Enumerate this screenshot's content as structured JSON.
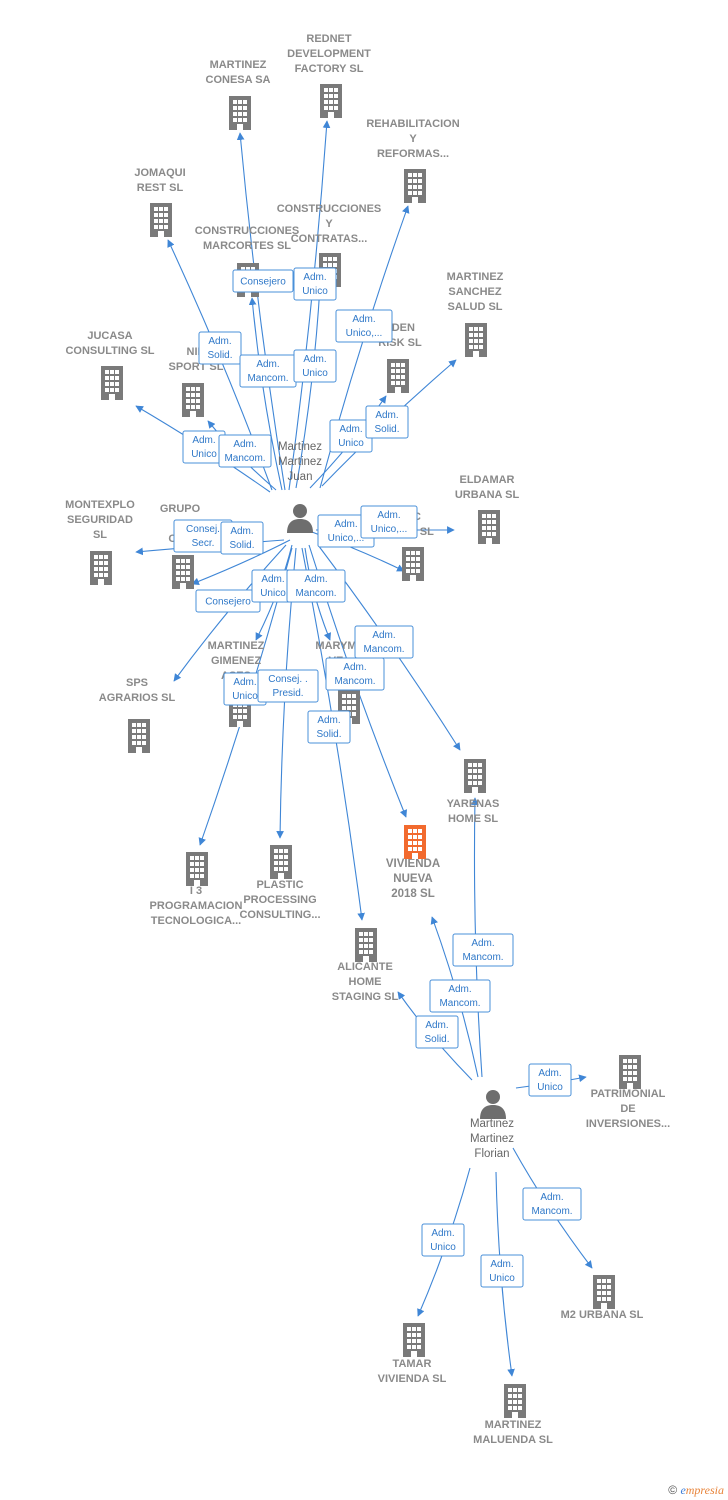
{
  "people": [
    {
      "id": "juan",
      "lines": [
        "Martinez",
        "Martinez",
        "Juan"
      ]
    },
    {
      "id": "florian",
      "lines": [
        "Martinez",
        "Martinez",
        "Florian"
      ]
    }
  ],
  "companies": [
    {
      "id": "martinez-conesa",
      "lines": [
        "MARTINEZ",
        "CONESA SA"
      ]
    },
    {
      "id": "rednet",
      "lines": [
        "REDNET",
        "DEVELOPMENT",
        "FACTORY  SL"
      ]
    },
    {
      "id": "rehabilitacion",
      "lines": [
        "REHABILITACION",
        "Y",
        "REFORMAS..."
      ]
    },
    {
      "id": "jomaqui",
      "lines": [
        "JOMAQUI",
        "REST  SL"
      ]
    },
    {
      "id": "construcciones-marcortes",
      "lines": [
        "CONSTRUCCIONES",
        "MARCORTES SL"
      ]
    },
    {
      "id": "construcciones-contratas",
      "lines": [
        "CONSTRUCCIONES",
        "Y",
        "CONTRATAS..."
      ]
    },
    {
      "id": "martinez-sanchez",
      "lines": [
        "MARTINEZ",
        "SANCHEZ",
        "SALUD  SL"
      ]
    },
    {
      "id": "jucasa",
      "lines": [
        "JUCASA",
        "CONSULTING SL"
      ]
    },
    {
      "id": "ninja-sport",
      "lines": [
        "NIN",
        "SPORT SL"
      ]
    },
    {
      "id": "golden-risk",
      "lines": [
        "LDEN",
        "RISK SL"
      ]
    },
    {
      "id": "montexplo",
      "lines": [
        "MONTEXPLO",
        "SEGURIDAD",
        "SL"
      ]
    },
    {
      "id": "grupo",
      "lines": [
        "GRUPO",
        "P",
        "ONL"
      ]
    },
    {
      "id": "eldamar",
      "lines": [
        "ELDAMAR",
        "URBANA SL"
      ]
    },
    {
      "id": "consulting-c",
      "lines": [
        "C",
        "NG  SL"
      ]
    },
    {
      "id": "sps",
      "lines": [
        "SPS",
        "AGRARIOS SL"
      ]
    },
    {
      "id": "martinez-gimenez",
      "lines": [
        "MARTINEZ",
        "GIMENEZ",
        "ASES"
      ]
    },
    {
      "id": "marym",
      "lines": [
        "MARYM",
        "VE"
      ]
    },
    {
      "id": "yarenas",
      "lines": [
        "YARENAS",
        "HOME  SL"
      ]
    },
    {
      "id": "vivienda-nueva",
      "lines": [
        "VIVIENDA",
        "NUEVA",
        "2018  SL"
      ]
    },
    {
      "id": "i3",
      "lines": [
        "I 3",
        "PROGRAMACION",
        "TECNOLOGICA..."
      ]
    },
    {
      "id": "plastic",
      "lines": [
        "PLASTIC",
        "PROCESSING",
        "CONSULTING..."
      ]
    },
    {
      "id": "alicante",
      "lines": [
        "ALICANTE",
        "HOME",
        "STAGING  SL"
      ]
    },
    {
      "id": "patrimonial",
      "lines": [
        "PATRIMONIAL",
        "DE",
        "INVERSIONES..."
      ]
    },
    {
      "id": "m2-urbana",
      "lines": [
        "M2 URBANA SL"
      ]
    },
    {
      "id": "tamar",
      "lines": [
        "TAMAR",
        "VIVIENDA SL"
      ]
    },
    {
      "id": "martinez-maluenda",
      "lines": [
        "MARTINEZ",
        "MALUENDA SL"
      ]
    }
  ],
  "relations": [
    {
      "lines": [
        "Consejero"
      ]
    },
    {
      "lines": [
        "Adm.",
        "Unico"
      ]
    },
    {
      "lines": [
        "Adm.",
        "Unico,..."
      ]
    },
    {
      "lines": [
        "Adm.",
        "Solid."
      ]
    },
    {
      "lines": [
        "Adm.",
        "Mancom."
      ]
    },
    {
      "lines": [
        "Adm.",
        "Unico"
      ]
    },
    {
      "lines": [
        "Adm.",
        "Unico"
      ]
    },
    {
      "lines": [
        "Adm.",
        "Solid."
      ]
    },
    {
      "lines": [
        "Adm.",
        "Unico"
      ]
    },
    {
      "lines": [
        "Adm.",
        "Mancom."
      ]
    },
    {
      "lines": [
        "Consej.",
        "Secr."
      ]
    },
    {
      "lines": [
        "Adm.",
        "Solid."
      ]
    },
    {
      "lines": [
        "Adm.",
        "Unico,..."
      ]
    },
    {
      "lines": [
        "Adm.",
        "Unico,..."
      ]
    },
    {
      "lines": [
        "Consejero"
      ]
    },
    {
      "lines": [
        "Adm.",
        "Unico"
      ]
    },
    {
      "lines": [
        "Adm.",
        "Mancom."
      ]
    },
    {
      "lines": [
        "Adm.",
        "Mancom."
      ]
    },
    {
      "lines": [
        "Adm.",
        "Mancom."
      ]
    },
    {
      "lines": [
        "Adm.",
        "Unico"
      ]
    },
    {
      "lines": [
        "Consej. .",
        "Presid."
      ]
    },
    {
      "lines": [
        "Adm.",
        "Solid."
      ]
    },
    {
      "lines": [
        "Adm.",
        "Mancom."
      ]
    },
    {
      "lines": [
        "Adm.",
        "Mancom."
      ]
    },
    {
      "lines": [
        "Adm.",
        "Solid."
      ]
    },
    {
      "lines": [
        "Adm.",
        "Unico"
      ]
    },
    {
      "lines": [
        "Adm.",
        "Mancom."
      ]
    },
    {
      "lines": [
        "Adm.",
        "Unico"
      ]
    },
    {
      "lines": [
        "Adm.",
        "Unico"
      ]
    }
  ],
  "colors": {
    "edge": "#3f86d6",
    "building": "#7a7a7a",
    "highlight": "#f26a2e",
    "label": "#8a8a8a"
  },
  "footer": {
    "copyright": "©",
    "brand_first": "e",
    "brand_rest": "mpresia"
  }
}
